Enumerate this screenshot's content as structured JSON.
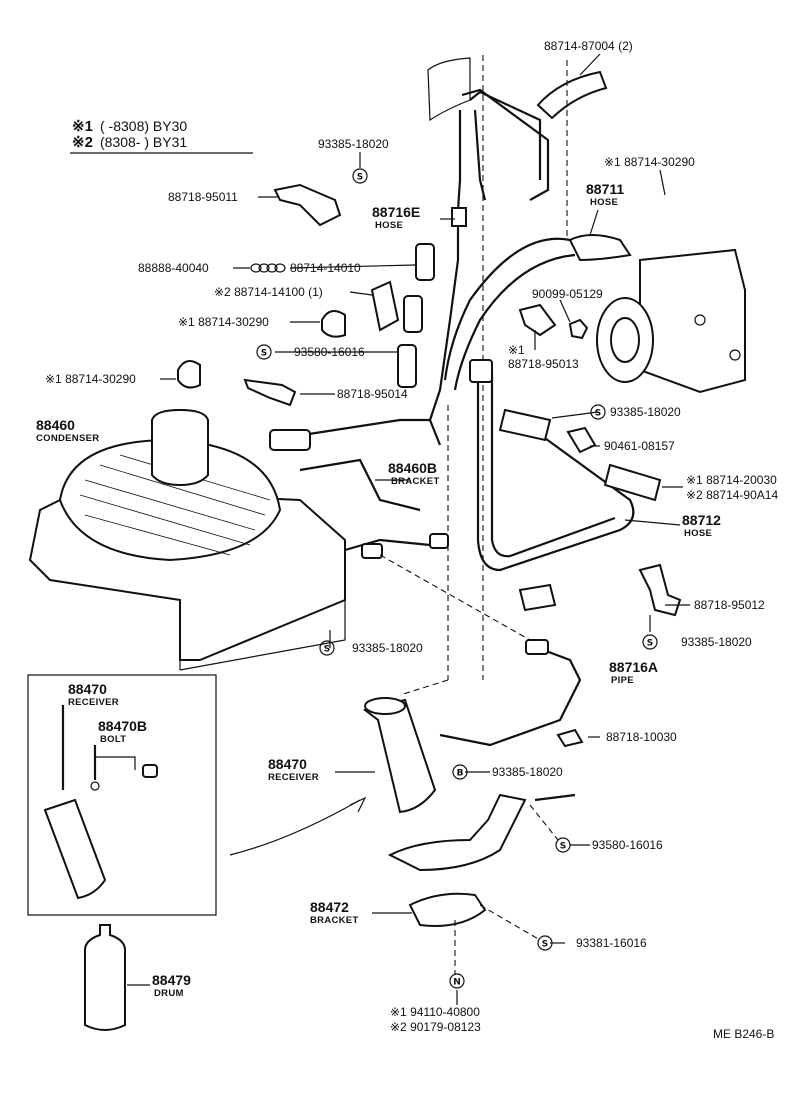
{
  "legend": {
    "line1_mark": "※1",
    "line1_text": "(      -8308) BY30",
    "line2_mark": "※2",
    "line2_text": "(8308-        ) BY31"
  },
  "parts": {
    "top_hose_pn": "88714-87004 (2)",
    "p93385_top": "93385-18020",
    "p88718_95011": "88718-95011",
    "p88716E_num": "88716E",
    "p88716E_cap": "HOSE",
    "p88711_num": "88711",
    "p88711_cap": "HOSE",
    "p88714_30290_top": "※1 88714-30290",
    "p88888": "88888-40040",
    "p88714_14010": "88714-14010",
    "p88714_14100": "※2 88714-14100 (1)",
    "p88714_30290_mid": "※1 88714-30290",
    "p90099": "90099-05129",
    "p88718_95013_mark": "※1",
    "p88718_95013": "88718-95013",
    "p93580_top": "93580-16016",
    "p88714_30290_left": "※1 88714-30290",
    "p88718_95014": "88718-95014",
    "p88460_num": "88460",
    "p88460_cap": "CONDENSER",
    "p93385_right": "93385-18020",
    "p90461": "90461-08157",
    "p88460B_num": "88460B",
    "p88460B_cap": "BRACKET",
    "p88714_20030": "※1 88714-20030",
    "p88714_90A14": "※2 88714-90A14",
    "p88712_num": "88712",
    "p88712_cap": "HOSE",
    "p88718_95012": "88718-95012",
    "p93385_mid": "93385-18020",
    "p93385_lower_right": "93385-18020",
    "p88716A_num": "88716A",
    "p88716A_cap": "PIPE",
    "inset_88470_num": "88470",
    "inset_88470_cap": "RECEIVER",
    "inset_88470B_num": "88470B",
    "inset_88470B_cap": "BOLT",
    "p88718_10030": "88718-10030",
    "p88470_num": "88470",
    "p88470_cap": "RECEIVER",
    "p93385_b": "93385-18020",
    "p93580_bottom": "93580-16016",
    "p88472_num": "88472",
    "p88472_cap": "BRACKET",
    "p93381": "93381-16016",
    "p88479_num": "88479",
    "p88479_cap": "DRUM",
    "p94110": "※1 94110-40800",
    "p90179": "※2 90179-08123"
  },
  "symbols": {
    "s": "S",
    "b": "B",
    "n": "N"
  },
  "footer": {
    "code": "ME  B246-B"
  }
}
